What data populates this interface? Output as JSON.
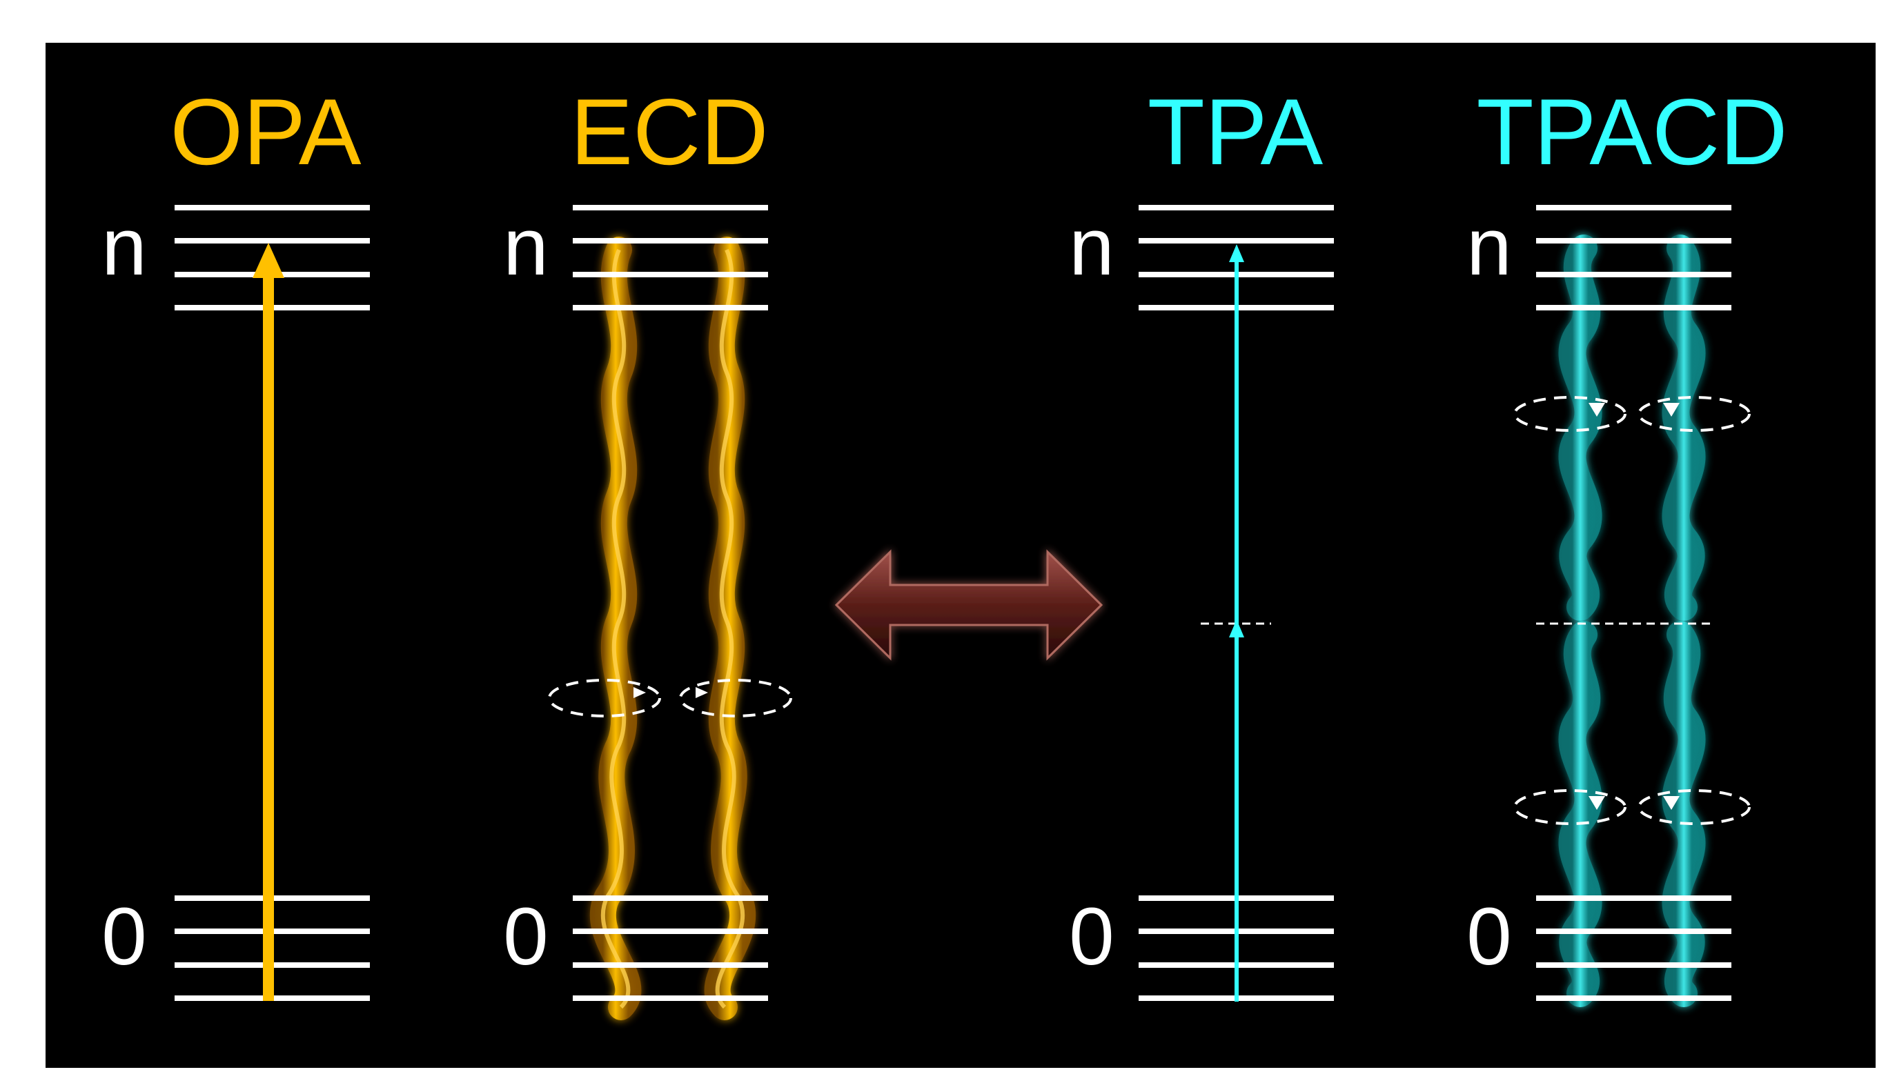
{
  "panels": [
    {
      "key": "opa",
      "title": "OPA",
      "upper_label": "n",
      "lower_label": "0",
      "color": "#FFC000",
      "kind": "one-photon-arrow"
    },
    {
      "key": "ecd",
      "title": "ECD",
      "upper_label": "n",
      "lower_label": "0",
      "color": "#FFC000",
      "kind": "one-photon-helix"
    },
    {
      "key": "tpa",
      "title": "TPA",
      "upper_label": "n",
      "lower_label": "0",
      "color": "#33FFFF",
      "kind": "two-photon-arrow"
    },
    {
      "key": "tpacd",
      "title": "TPACD",
      "upper_label": "n",
      "lower_label": "0",
      "color": "#33FFFF",
      "kind": "two-photon-helix"
    }
  ],
  "colors": {
    "background": "#000000",
    "page": "#ffffff",
    "levels": "#ffffff",
    "one_photon": "#FFC000",
    "two_photon": "#33FFFF",
    "double_arrow": "#6B2A24"
  },
  "icons": {
    "center": "double-headed-arrow-icon",
    "rotation": "dashed-rotation-ellipse-icon"
  }
}
